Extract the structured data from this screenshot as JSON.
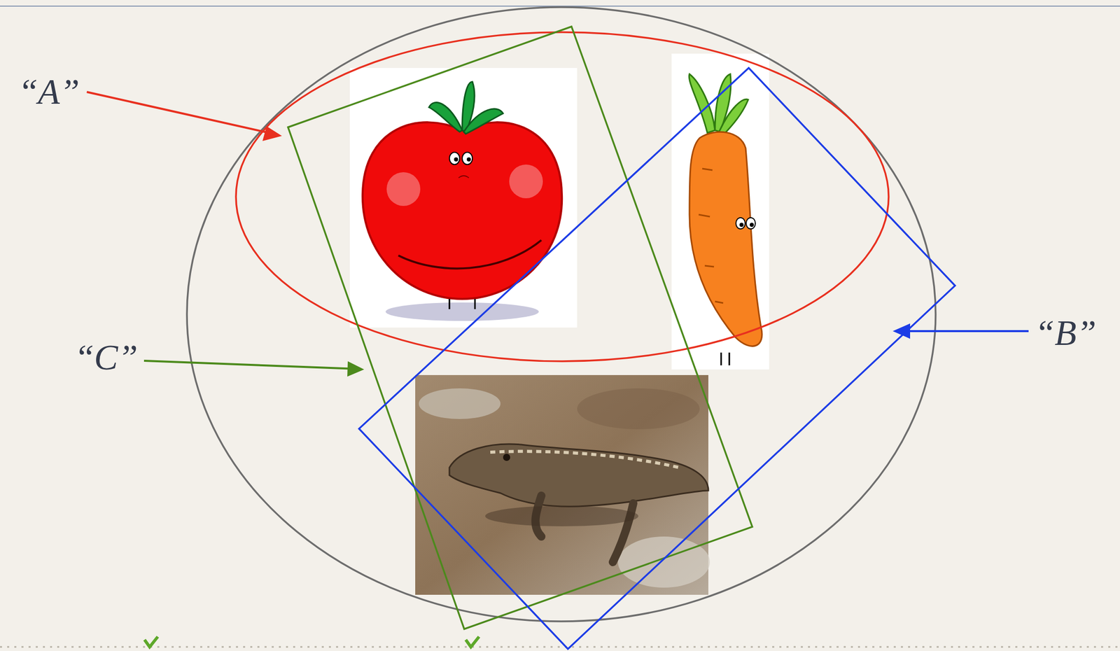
{
  "diagram": {
    "labels": [
      "“A”",
      "“B”",
      "“C”"
    ]
  }
}
